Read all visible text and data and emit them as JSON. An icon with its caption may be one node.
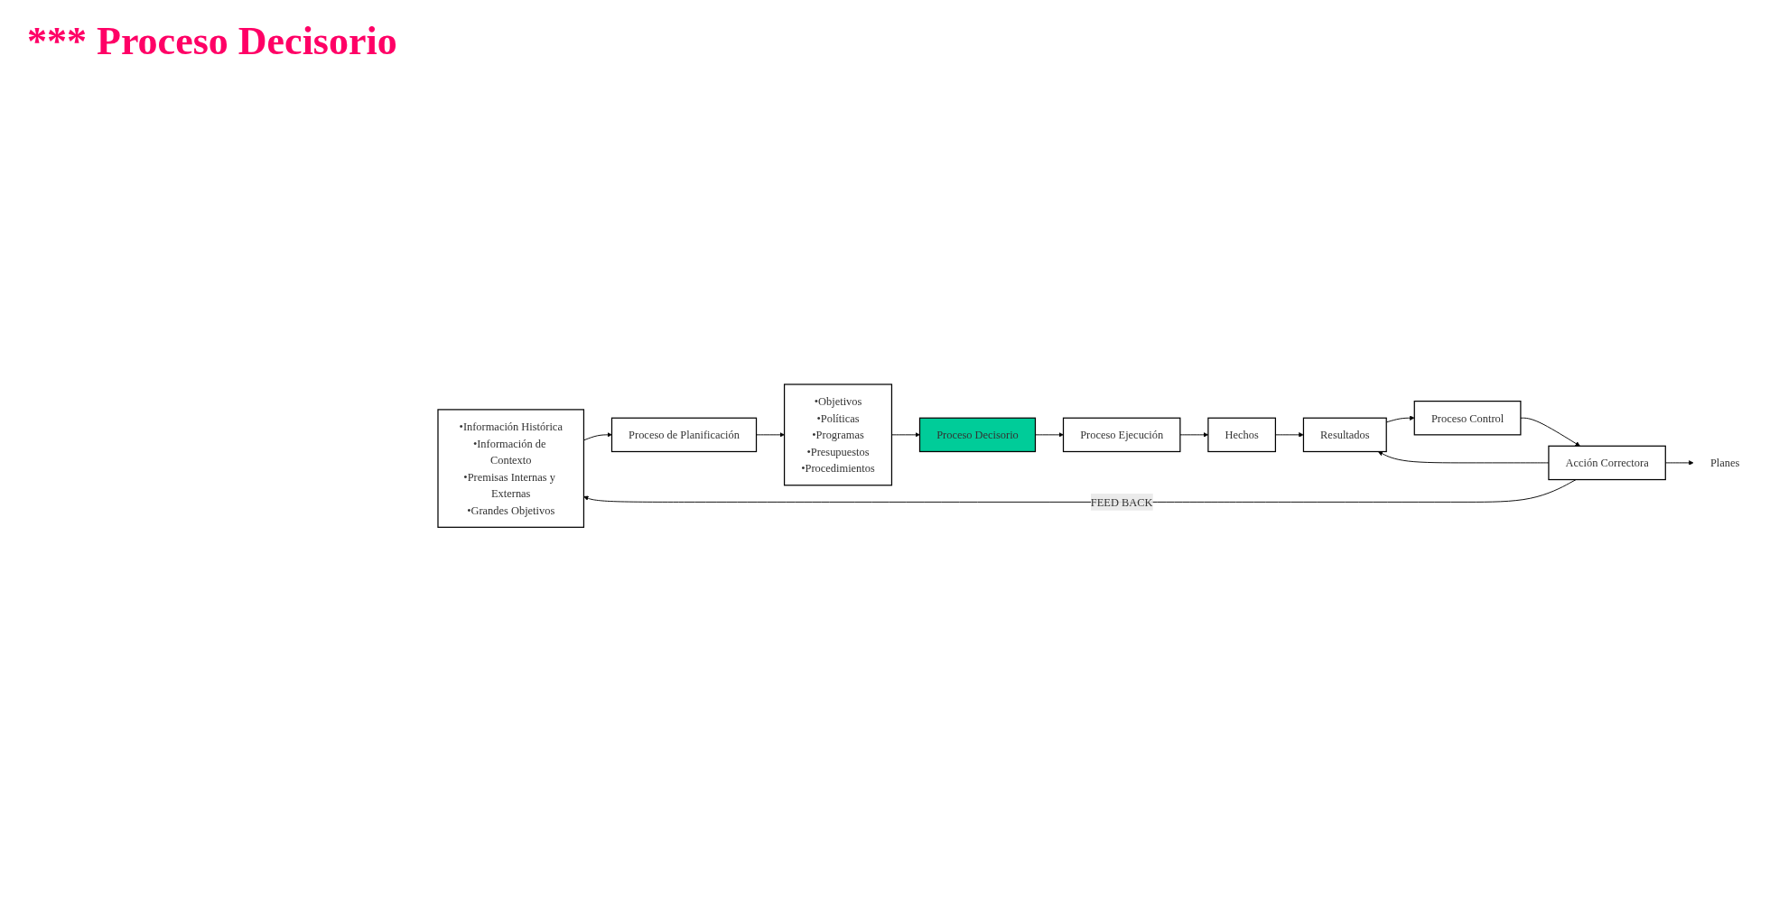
{
  "diagram": {
    "nodes": [
      {
        "text": [
          "•Información Histórica",
          "•Información de Contexto",
          "•Premisas Internas y Externas",
          "•Grandes Objetivos"
        ]
      },
      {
        "text": [
          "Proceso de Planificación"
        ]
      },
      {
        "text": [
          "•Objetivos",
          "•Políticas",
          "•Programas",
          "•Presupuestos",
          "•Procedimientos"
        ]
      },
      {
        "text": [
          "Proceso Decisorio"
        ]
      },
      {
        "text": [
          "Planes"
        ]
      },
      {
        "text": [
          "Proceso Ejecución"
        ]
      },
      {
        "text": [
          "Hechos"
        ]
      },
      {
        "text": [
          "Resultados"
        ]
      },
      {
        "text": [
          "Proceso Control"
        ]
      },
      {
        "text": [
          "Acción Correctora"
        ]
      }
    ],
    "edges": [
      {
        "from": 0,
        "to": 1,
        "arrow": "to"
      },
      {
        "from": 1,
        "to": 2,
        "arrow": "to"
      },
      {
        "from": 2,
        "to": 3,
        "arrow": "to"
      },
      {
        "from": 3,
        "to": 5,
        "arrow": "to"
      },
      {
        "from": 5,
        "to": 6,
        "arrow": "to"
      },
      {
        "from": 6,
        "to": 7,
        "arrow": "to"
      },
      {
        "from": 7,
        "to": 8,
        "arrow": "to"
      },
      {
        "from": 8,
        "to": 9,
        "arrow": "to"
      },
      {
        "from": 9,
        "to": 0,
        "arrow": "to",
        "label": "FEED BACK"
      },
      {
        "from": 9,
        "to": 4,
        "arrow": "to"
      },
      {
        "from": 9,
        "to": 7,
        "arrow": "to"
      }
    ],
    "labels": [
      "*** Proceso Decisorio"
    ]
  }
}
